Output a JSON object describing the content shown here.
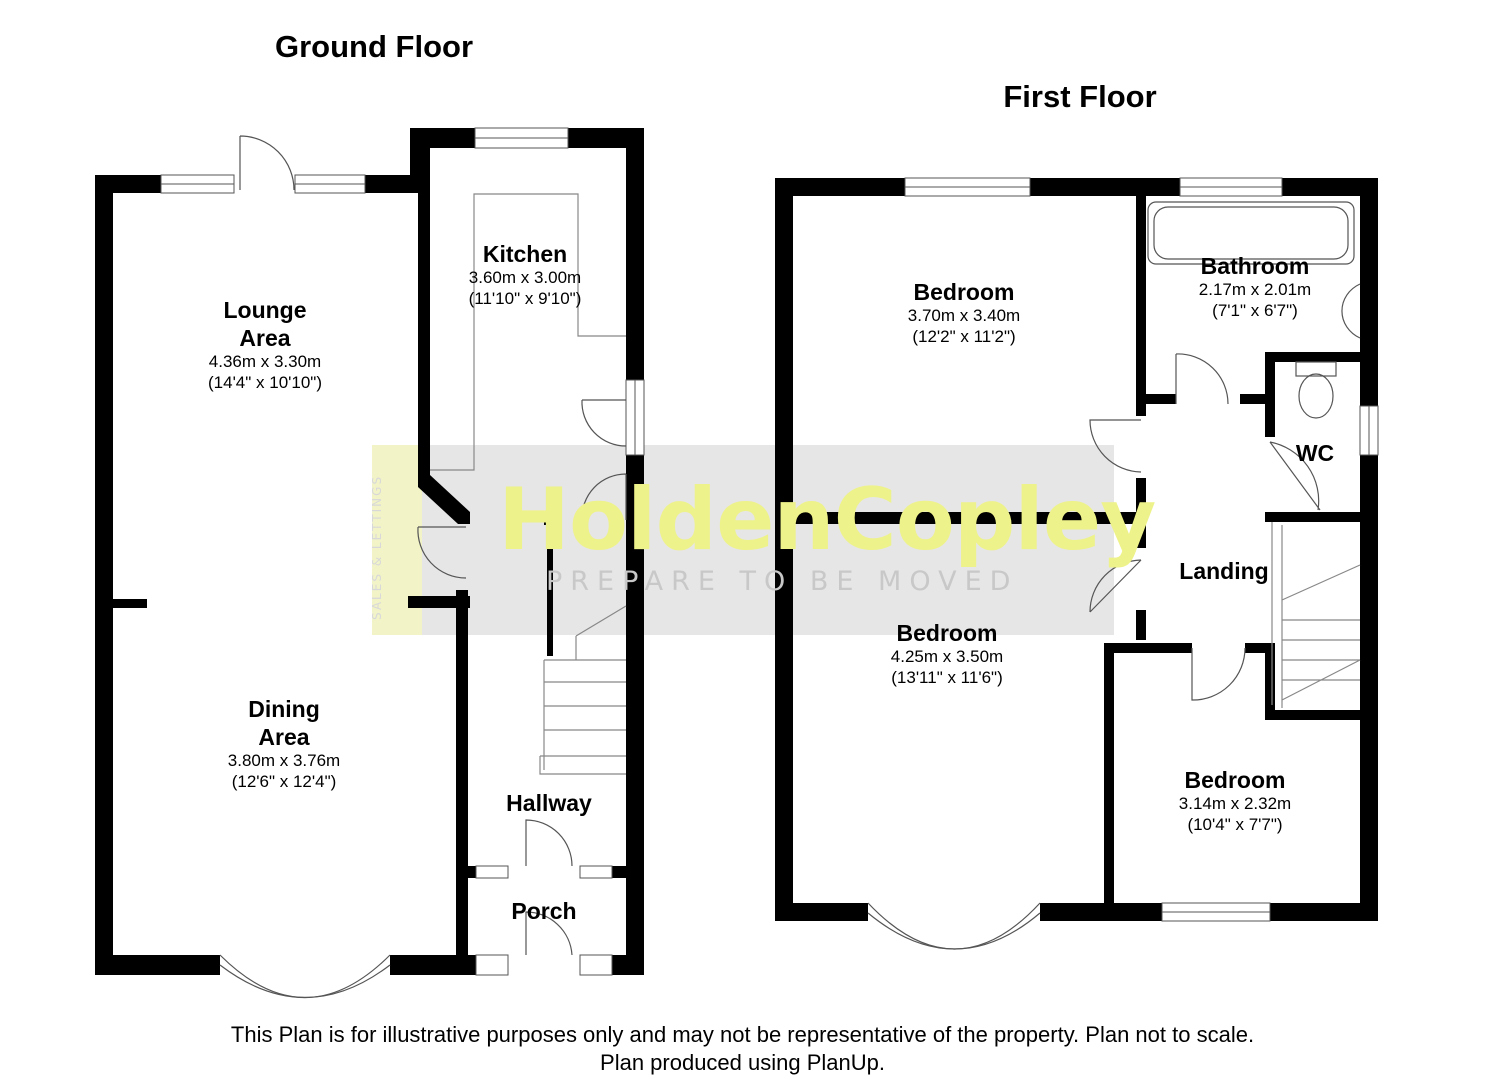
{
  "titles": {
    "ground_floor": "Ground Floor",
    "first_floor": "First Floor"
  },
  "ground_rooms": {
    "kitchen": {
      "name": "Kitchen",
      "metric": "3.60m x 3.00m",
      "imperial": "(11'10\" x 9'10\")"
    },
    "lounge": {
      "name_line1": "Lounge",
      "name_line2": "Area",
      "metric": "4.36m x 3.30m",
      "imperial": "(14'4\" x 10'10\")"
    },
    "dining": {
      "name_line1": "Dining",
      "name_line2": "Area",
      "metric": "3.80m x 3.76m",
      "imperial": "(12'6\" x 12'4\")"
    },
    "hallway": {
      "name": "Hallway"
    },
    "porch": {
      "name": "Porch"
    }
  },
  "first_rooms": {
    "bedroom_front": {
      "name": "Bedroom",
      "metric": "3.70m x 3.40m",
      "imperial": "(12'2\" x 11'2\")"
    },
    "bathroom": {
      "name": "Bathroom",
      "metric": "2.17m x 2.01m",
      "imperial": "(7'1\" x 6'7\")"
    },
    "wc": {
      "name": "WC"
    },
    "landing": {
      "name": "Landing"
    },
    "bedroom_rear": {
      "name": "Bedroom",
      "metric": "4.25m x 3.50m",
      "imperial": "(13'11\" x 11'6\")"
    },
    "bedroom_small": {
      "name": "Bedroom",
      "metric": "3.14m x 2.32m",
      "imperial": "(10'4\" x 7'7\")"
    }
  },
  "watermark": {
    "brand": "HoldenCopley",
    "tagline": "PREPARE TO BE MOVED",
    "side": "SALES & LETTINGS",
    "colors": {
      "brand": "#eef28a",
      "band": "#e6e6e6"
    }
  },
  "footer": {
    "line1": "This Plan is for illustrative purposes only and may not be representative of the property. Plan not to scale.",
    "line2": "Plan produced using PlanUp."
  },
  "colors": {
    "wall": "#000000",
    "fixture_line": "#777777",
    "background": "#ffffff"
  }
}
